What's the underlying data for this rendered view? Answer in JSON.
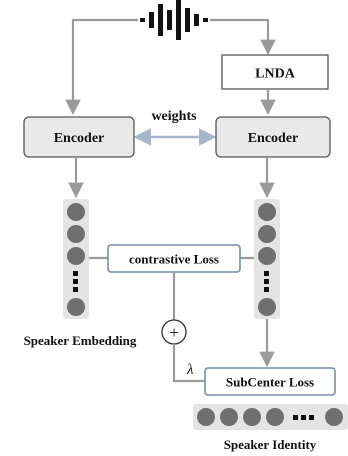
{
  "nodes": {
    "lnda": "LNDA",
    "encoder_left": "Encoder",
    "encoder_right": "Encoder",
    "contrastive_loss": "contrastive Loss",
    "subcenter_loss": "SubCenter Loss",
    "plus": "+"
  },
  "labels": {
    "weights": "weights",
    "lambda": "λ",
    "speaker_embedding": "Speaker Embedding",
    "speaker_identity": "Speaker Identity"
  },
  "icons": {
    "audio": "waveform-icon",
    "dots_vertical": "vertical-ellipsis-icon",
    "dots_horizontal": "horizontal-ellipsis-icon"
  },
  "colors": {
    "box_fill": "#e9e9e9",
    "box_stroke": "#555555",
    "loss_stroke": "#7a8aa8",
    "arrow": "#9a9a9a",
    "weights_arrow": "#a8b4cc",
    "dot": "#6f6f6f",
    "column_fill": "#e4e4e4"
  }
}
